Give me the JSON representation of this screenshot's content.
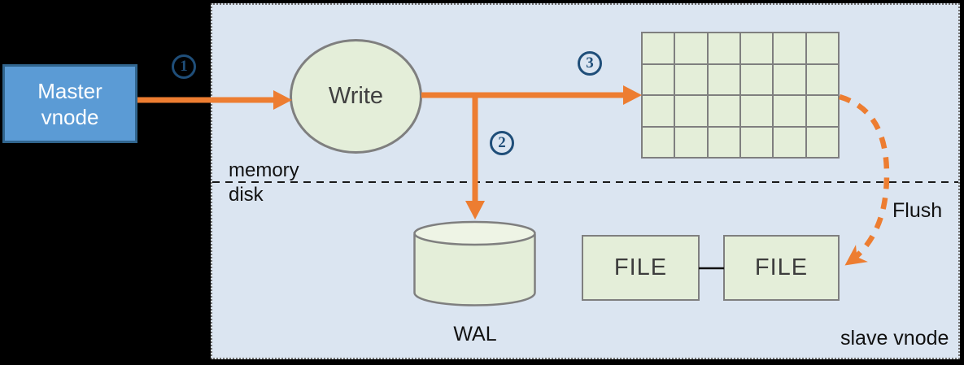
{
  "master": {
    "lines": [
      "Master",
      "vnode"
    ]
  },
  "write": {
    "label": "Write"
  },
  "steps": [
    {
      "label": "1"
    },
    {
      "label": "2"
    },
    {
      "label": "3"
    }
  ],
  "separator": {
    "above_label": "memory",
    "below_label": "disk"
  },
  "mem_table": {
    "rows": 4,
    "cols": 6
  },
  "wal": {
    "label": "WAL"
  },
  "flush": {
    "label": "Flush"
  },
  "files": [
    {
      "label": "FILE"
    },
    {
      "label": "FILE"
    }
  ],
  "slave": {
    "label": "slave vnode"
  },
  "colors": {
    "arrow_orange": "#ed7d31",
    "panel_bg": "#dbe5f1",
    "node_fill": "#e4eed9",
    "node_border": "#7f7f7f",
    "master_fill": "#5b9bd5",
    "master_border": "#31658e",
    "step_blue": "#1f4e79",
    "background": "#000000"
  }
}
